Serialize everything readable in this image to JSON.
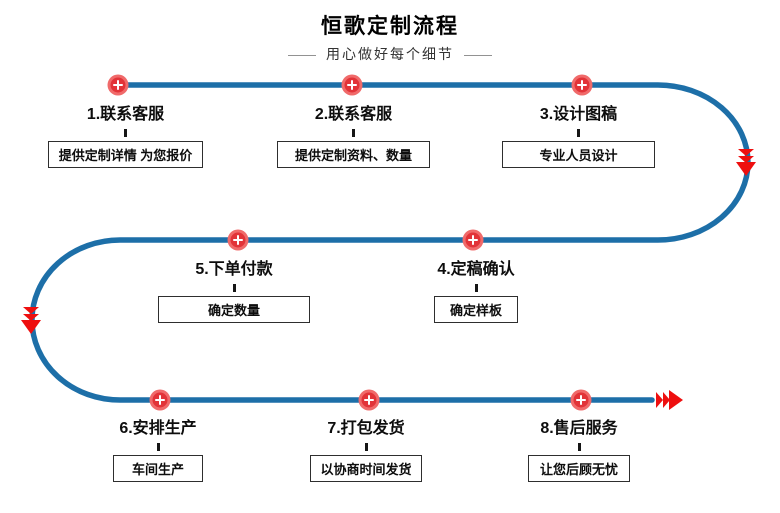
{
  "title": "恒歌定制流程",
  "subtitle": "用心做好每个细节",
  "subtitle_dash": "——",
  "colors": {
    "line": "#1d6fa8",
    "arrow": "#ee0f0f",
    "node_outer": "#f06a6a",
    "node_inner": "#e23338",
    "node_plus": "#ffffff"
  },
  "steps": [
    {
      "label": "1.联系客服",
      "detail": "提供定制详情 为您报价"
    },
    {
      "label": "2.联系客服",
      "detail": "提供定制资料、数量"
    },
    {
      "label": "3.设计图稿",
      "detail": "专业人员设计"
    },
    {
      "label": "4.定稿确认",
      "detail": "确定样板"
    },
    {
      "label": "5.下单付款",
      "detail": "确定数量"
    },
    {
      "label": "6.安排生产",
      "detail": "车间生产"
    },
    {
      "label": "7.打包发货",
      "detail": "以协商时间发货"
    },
    {
      "label": "8.售后服务",
      "detail": "让您后顾无忧"
    }
  ]
}
